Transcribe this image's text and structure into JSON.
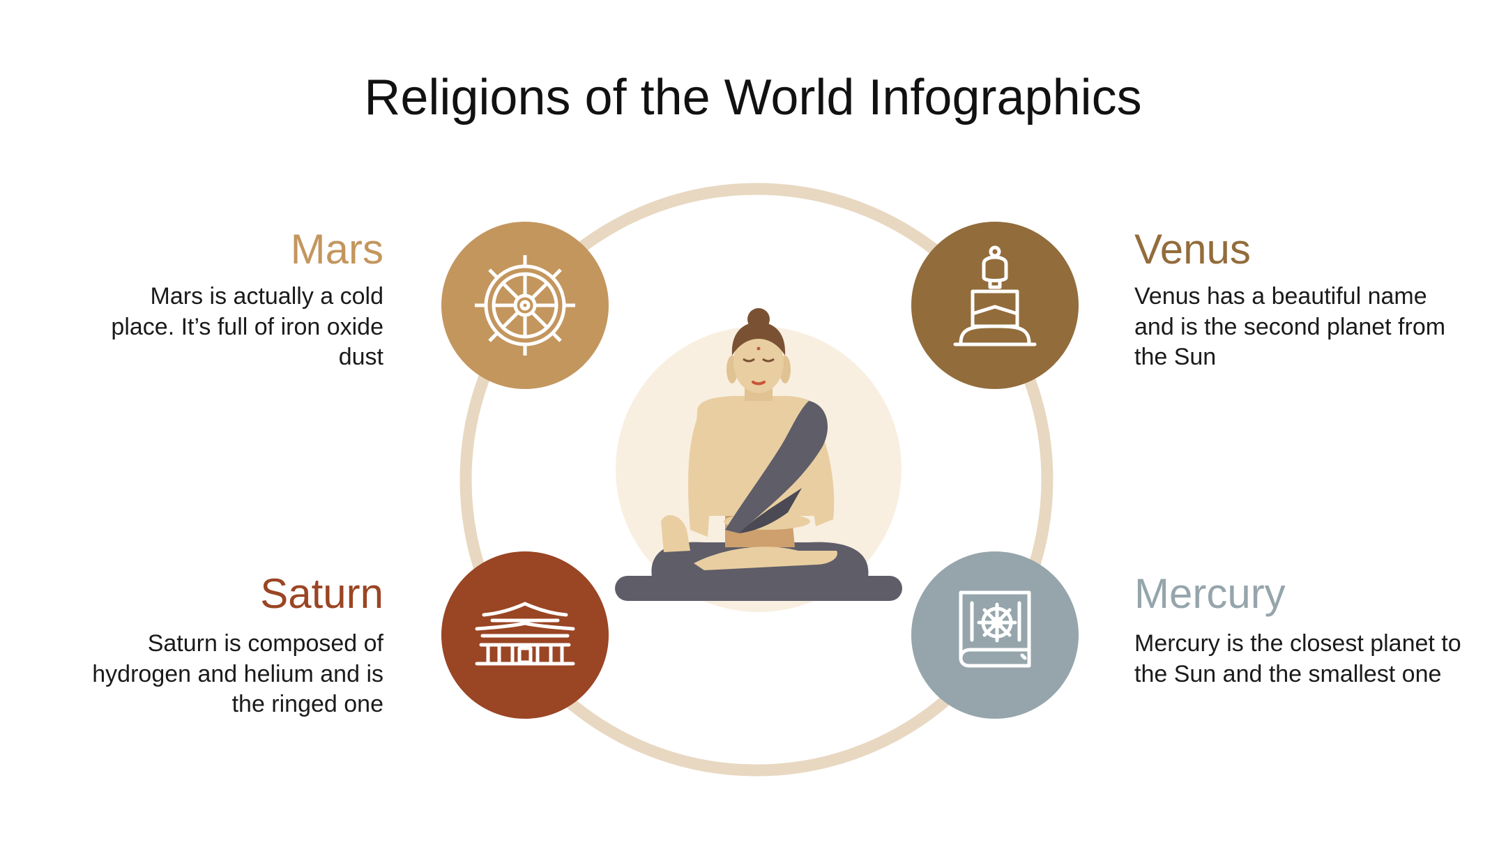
{
  "title": "Religions of the World Infographics",
  "colors": {
    "ring": "#e8d8c1",
    "center_disc": "#f8efe1",
    "mars": "#c3965e",
    "venus": "#926c3b",
    "saturn": "#9a4524",
    "mercury": "#95a5ab",
    "robe": "#5e5d68",
    "skin": "#e9cea1",
    "hair": "#7a5233"
  },
  "items": {
    "mars": {
      "heading": "Mars",
      "text": "Mars is actually a cold place. It’s full of iron oxide dust",
      "icon": "dharma-wheel-icon"
    },
    "venus": {
      "heading": "Venus",
      "text": "Venus has a beautiful name and is the second planet from the Sun",
      "icon": "meditating-buddha-icon"
    },
    "saturn": {
      "heading": "Saturn",
      "text": "Saturn is composed of hydrogen and helium and is the ringed one",
      "icon": "temple-icon"
    },
    "mercury": {
      "heading": "Mercury",
      "text": "Mercury is the closest planet to the Sun and the smallest one",
      "icon": "holy-book-icon"
    }
  },
  "center_illustration": "meditating-buddha-illustration"
}
